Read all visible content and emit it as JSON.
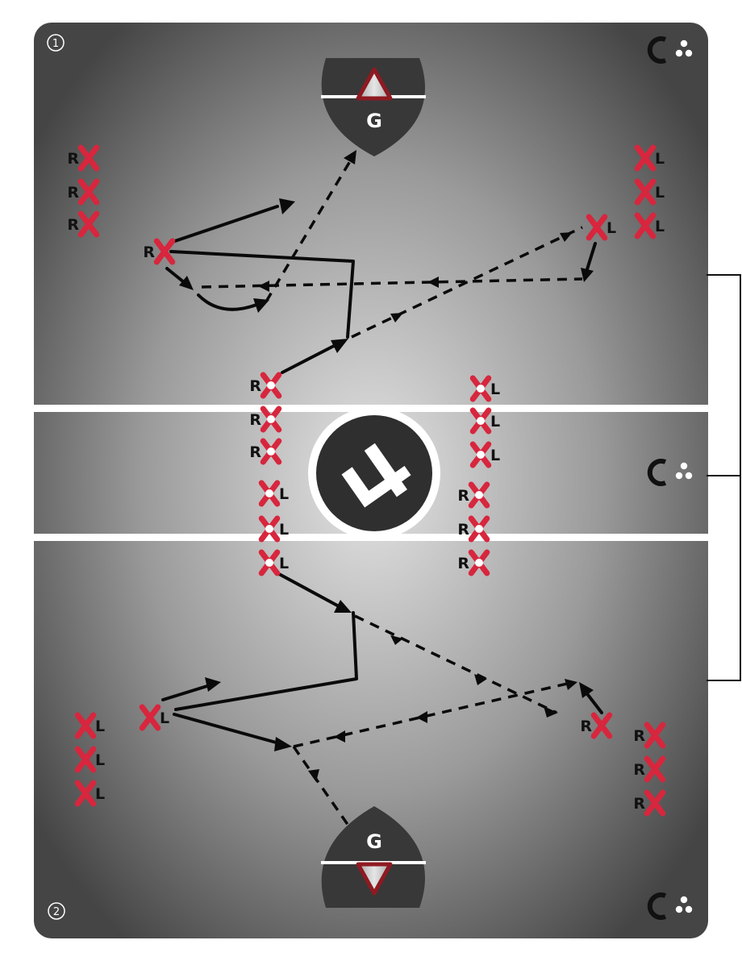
{
  "colors": {
    "field_light": "#e2e2e2",
    "field_dark": "#4a4a4a",
    "player_x": "#d7263d",
    "line": "#ffffff",
    "arrow": "#0a0a0a",
    "goal": "#3a3a3a"
  },
  "panels": [
    {
      "number": "1"
    },
    {
      "number": "2"
    }
  ],
  "goals": [
    {
      "label": "G"
    },
    {
      "label": "G"
    }
  ],
  "brand_icons": [
    "c-dots-logo-icon",
    "c-dots-logo-icon",
    "c-dots-logo-icon"
  ],
  "center_logo_icon": "lf-logo-icon",
  "players": [
    {
      "id": "top-left-line-1",
      "label": "R"
    },
    {
      "id": "top-left-line-2",
      "label": "R"
    },
    {
      "id": "top-left-line-3",
      "label": "R"
    },
    {
      "id": "top-right-line-1",
      "label": "L"
    },
    {
      "id": "top-right-line-2",
      "label": "L"
    },
    {
      "id": "top-right-line-3",
      "label": "L"
    },
    {
      "id": "top-attacker-left",
      "label": "R"
    },
    {
      "id": "top-attacker-right",
      "label": "L"
    },
    {
      "id": "mid-left-1",
      "label": "R",
      "ball": true
    },
    {
      "id": "mid-left-2",
      "label": "R",
      "ball": true
    },
    {
      "id": "mid-left-3",
      "label": "R",
      "ball": true
    },
    {
      "id": "mid-left-4",
      "label": "L",
      "ball": true
    },
    {
      "id": "mid-left-5",
      "label": "L",
      "ball": true
    },
    {
      "id": "mid-left-6",
      "label": "L",
      "ball": true
    },
    {
      "id": "mid-right-1",
      "label": "L",
      "ball": true
    },
    {
      "id": "mid-right-2",
      "label": "L",
      "ball": true
    },
    {
      "id": "mid-right-3",
      "label": "L",
      "ball": true
    },
    {
      "id": "mid-right-4",
      "label": "R",
      "ball": true
    },
    {
      "id": "mid-right-5",
      "label": "R",
      "ball": true
    },
    {
      "id": "mid-right-6",
      "label": "R",
      "ball": true
    },
    {
      "id": "bottom-attacker-left",
      "label": "L"
    },
    {
      "id": "bottom-attacker-right",
      "label": "R"
    },
    {
      "id": "bottom-left-line-1",
      "label": "L"
    },
    {
      "id": "bottom-left-line-2",
      "label": "L"
    },
    {
      "id": "bottom-left-line-3",
      "label": "L"
    },
    {
      "id": "bottom-right-line-1",
      "label": "R"
    },
    {
      "id": "bottom-right-line-2",
      "label": "R"
    },
    {
      "id": "bottom-right-line-3",
      "label": "R"
    }
  ]
}
